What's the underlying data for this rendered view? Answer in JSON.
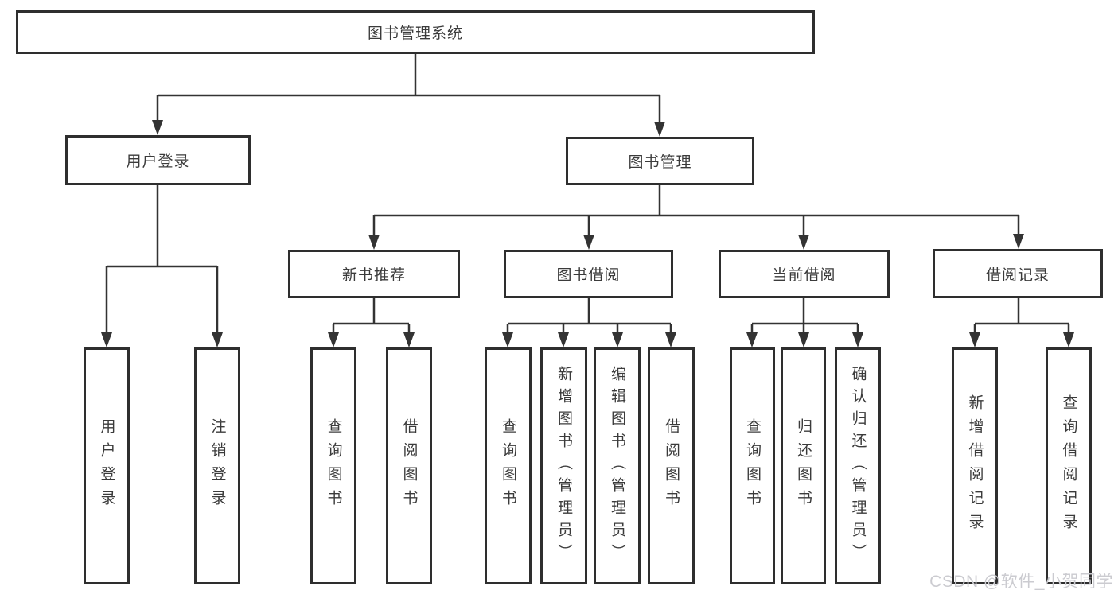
{
  "tree": {
    "root": "图书管理系统",
    "branches": [
      {
        "label": "用户登录",
        "children": [
          "用户登录",
          "注销登录"
        ]
      },
      {
        "label": "图书管理",
        "groups": [
          {
            "label": "新书推荐",
            "children": [
              "查询图书",
              "借阅图书"
            ]
          },
          {
            "label": "图书借阅",
            "children": [
              "查询图书",
              "新增图书（管理员）",
              "编辑图书（管理员）",
              "借阅图书"
            ]
          },
          {
            "label": "当前借阅",
            "children": [
              "查询图书",
              "归还图书",
              "确认归还（管理员）"
            ]
          },
          {
            "label": "借阅记录",
            "children": [
              "新增借阅记录",
              "查询借阅记录"
            ]
          }
        ]
      }
    ]
  },
  "watermark": {
    "text": "CSDN @软件_小贺同学"
  },
  "colors": {
    "line": "#333333",
    "border": "#2e2e2e",
    "text": "#3b3b3b",
    "watermark": "#cbcbd0",
    "background": "#ffffff"
  }
}
